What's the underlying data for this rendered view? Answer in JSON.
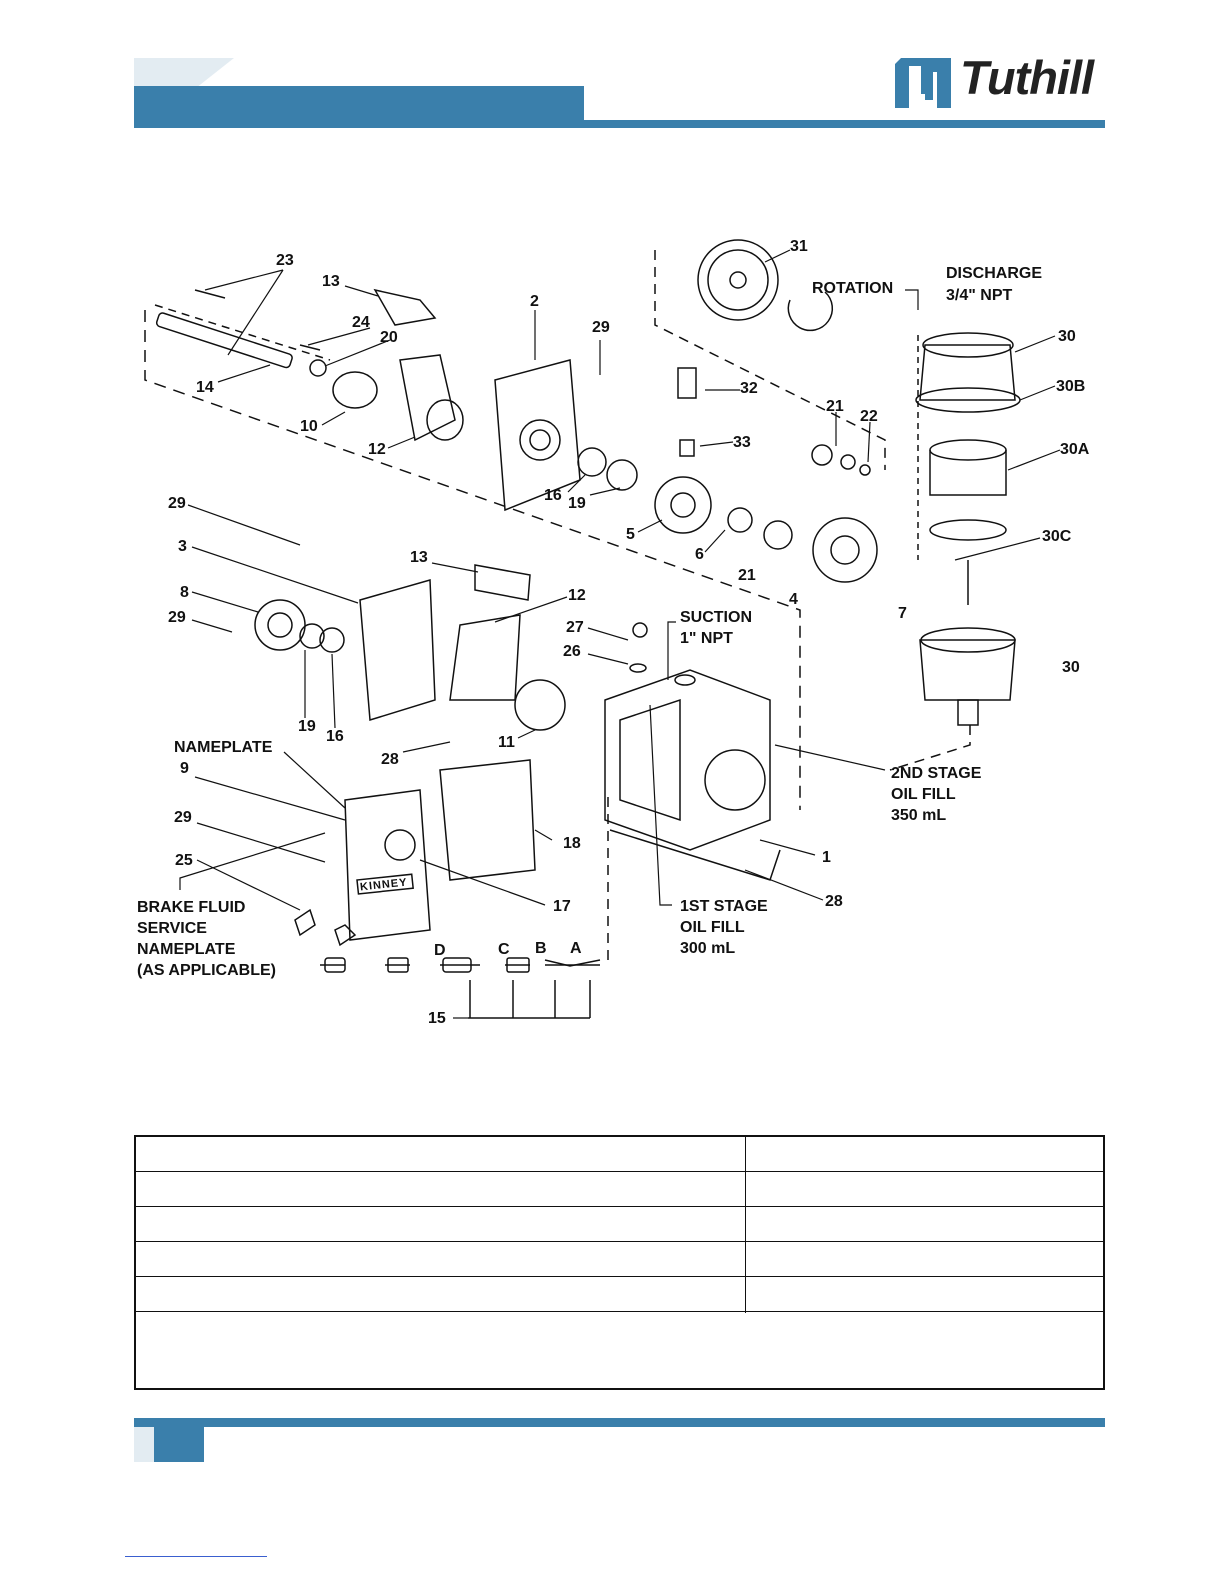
{
  "header": {
    "logo_text": "Tuthill",
    "logo_mark": "tuthill-logo-icon"
  },
  "colors": {
    "brand_blue": "#3a7fab",
    "light_tab": "#e3ecf2"
  },
  "callouts": {
    "c23": "23",
    "c13a": "13",
    "c2": "2",
    "c29a": "29",
    "c24": "24",
    "c20": "20",
    "c14": "14",
    "c10": "10",
    "c12a": "12",
    "c31": "31",
    "rotation": "ROTATION",
    "discharge": "DISCHARGE",
    "discharge_size": "3/4\" NPT",
    "c30a": "30",
    "c30b": "30B",
    "c32": "32",
    "c21a": "21",
    "c22": "22",
    "c33": "33",
    "c30A": "30A",
    "c16a": "16",
    "c19a": "19",
    "c5": "5",
    "c6": "6",
    "c21b": "21",
    "c30C": "30C",
    "c29b": "29",
    "c3": "3",
    "c13b": "13",
    "c8": "8",
    "c29c": "29",
    "c12b": "12",
    "c4": "4",
    "c7": "7",
    "suction": "SUCTION",
    "suction_size": "1\" NPT",
    "c27": "27",
    "c26": "26",
    "c30c2": "30",
    "c19b": "19",
    "c16b": "16",
    "c11": "11",
    "nameplate": "NAMEPLATE",
    "c9": "9",
    "c28a": "28",
    "stage2_a": "2ND STAGE",
    "stage2_b": "OIL FILL",
    "stage2_c": "350 mL",
    "c29d": "29",
    "c18": "18",
    "c1": "1",
    "c25": "25",
    "c17": "17",
    "c28b": "28",
    "brake_a": "BRAKE FLUID",
    "brake_b": "SERVICE",
    "brake_c": "NAMEPLATE",
    "brake_d": "(AS APPLICABLE)",
    "stage1_a": "1ST STAGE",
    "stage1_b": "OIL FILL",
    "stage1_c": "300 mL",
    "cD": "D",
    "cC": "C",
    "cB": "B",
    "cA": "A",
    "c15": "15",
    "nameplate_brand": "KINNEY"
  }
}
